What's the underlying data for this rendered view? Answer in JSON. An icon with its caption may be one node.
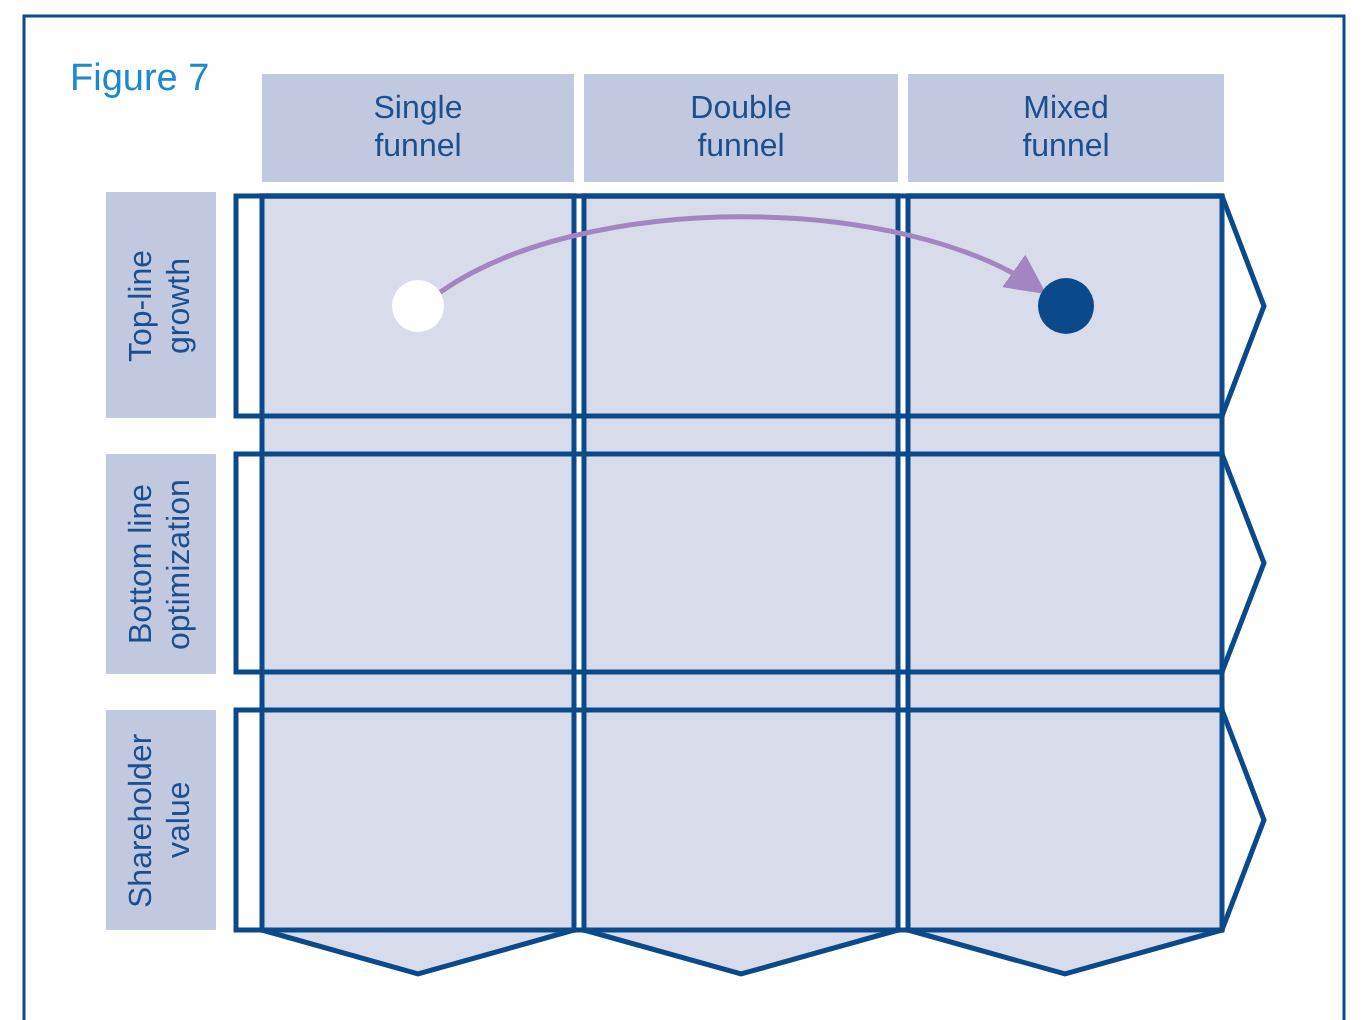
{
  "diagram": {
    "title": "Figure 7",
    "nodes": [
      {
        "text": [
          "Single funnel"
        ]
      },
      {
        "text": [
          "Double funnel"
        ]
      },
      {
        "text": [
          "Mixed funnel"
        ]
      },
      {
        "text": [
          "Top-line growth"
        ]
      },
      {
        "text": [
          "Bottom line optimization"
        ]
      },
      {
        "text": [
          "Shareholder value"
        ]
      },
      {
        "text": [],
        "shape": "circle"
      },
      {
        "text": [],
        "shape": "circle"
      }
    ],
    "edges": [
      {
        "from": 6,
        "to": 7,
        "arrow": "to",
        "color": "#a385c2"
      }
    ]
  }
}
